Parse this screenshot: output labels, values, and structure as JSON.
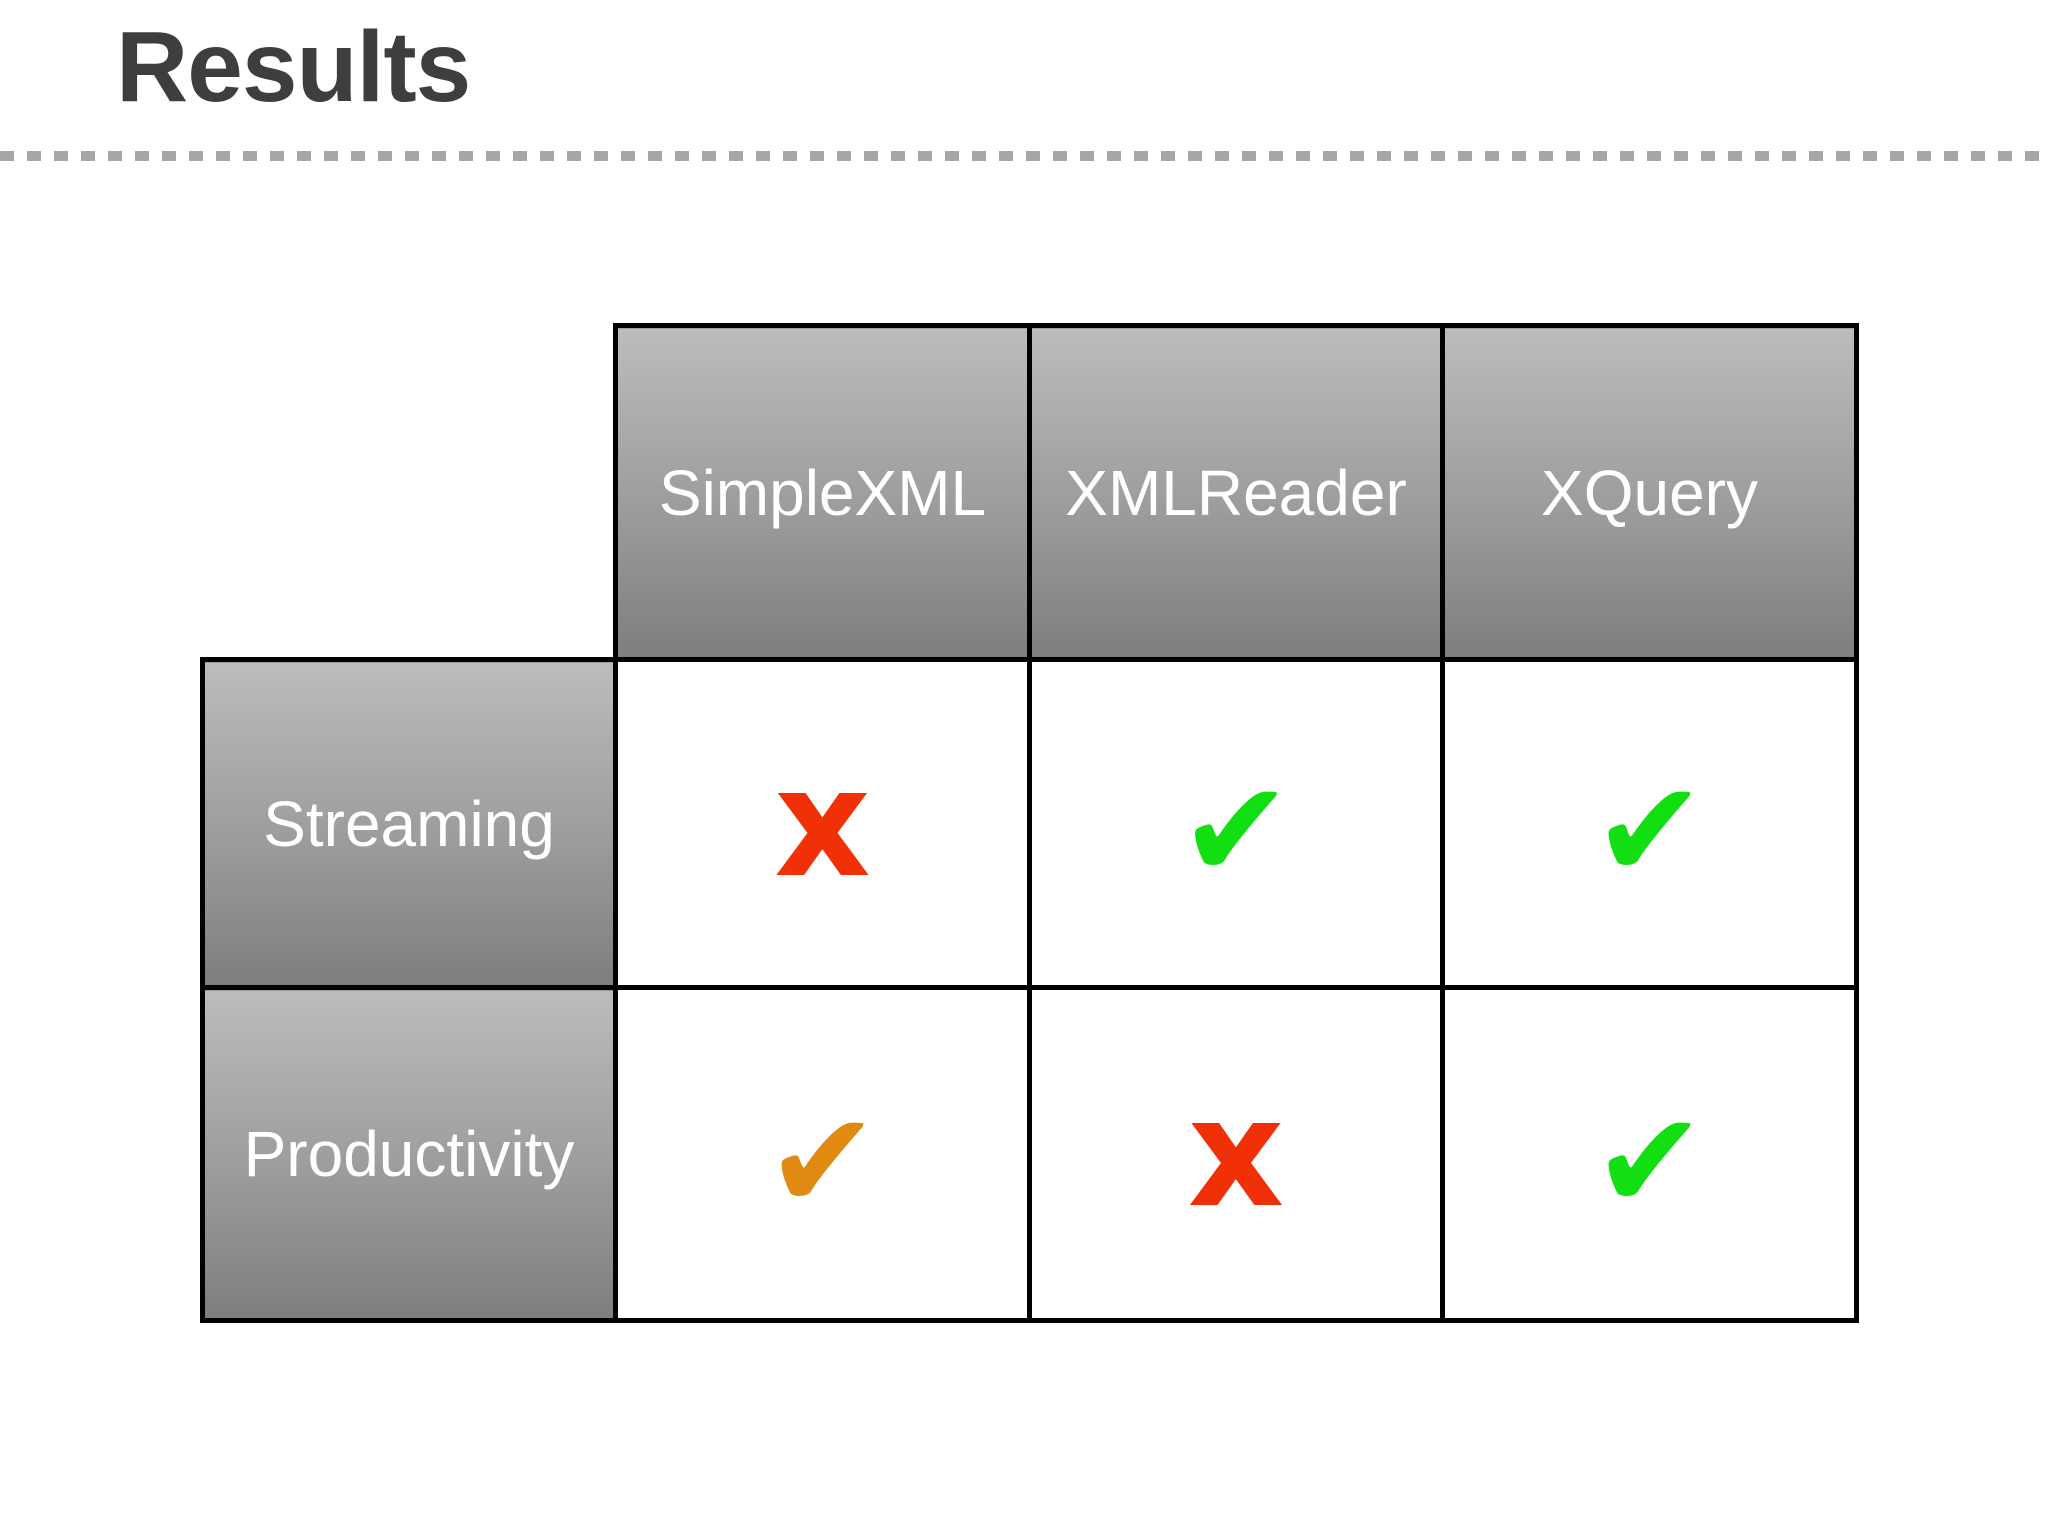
{
  "slide": {
    "title": "Results"
  },
  "table": {
    "column_headers": [
      "SimpleXML",
      "XMLReader",
      "XQuery"
    ],
    "row_headers": [
      "Streaming",
      "Productivity"
    ],
    "rows": [
      {
        "label": "Streaming",
        "cells": [
          {
            "mark": "cross",
            "glyph": "x",
            "color": "#f23008"
          },
          {
            "mark": "check",
            "glyph": "✔",
            "color": "#12df12"
          },
          {
            "mark": "check",
            "glyph": "✔",
            "color": "#12df12"
          }
        ]
      },
      {
        "label": "Productivity",
        "cells": [
          {
            "mark": "check",
            "glyph": "✔",
            "color": "#e08a12"
          },
          {
            "mark": "cross",
            "glyph": "x",
            "color": "#f23008"
          },
          {
            "mark": "check",
            "glyph": "✔",
            "color": "#12df12"
          }
        ]
      }
    ]
  },
  "colors": {
    "title_text": "#3e3e3e",
    "divider_dots": "#a6a6a6",
    "table_border": "#000000",
    "header_text": "#ffffff",
    "header_gradient_top": "#bcbcbc",
    "header_gradient_bottom": "#7e7e7e",
    "cell_background": "#ffffff",
    "check_green": "#12df12",
    "check_orange": "#e08a12",
    "cross_red": "#f23008"
  }
}
